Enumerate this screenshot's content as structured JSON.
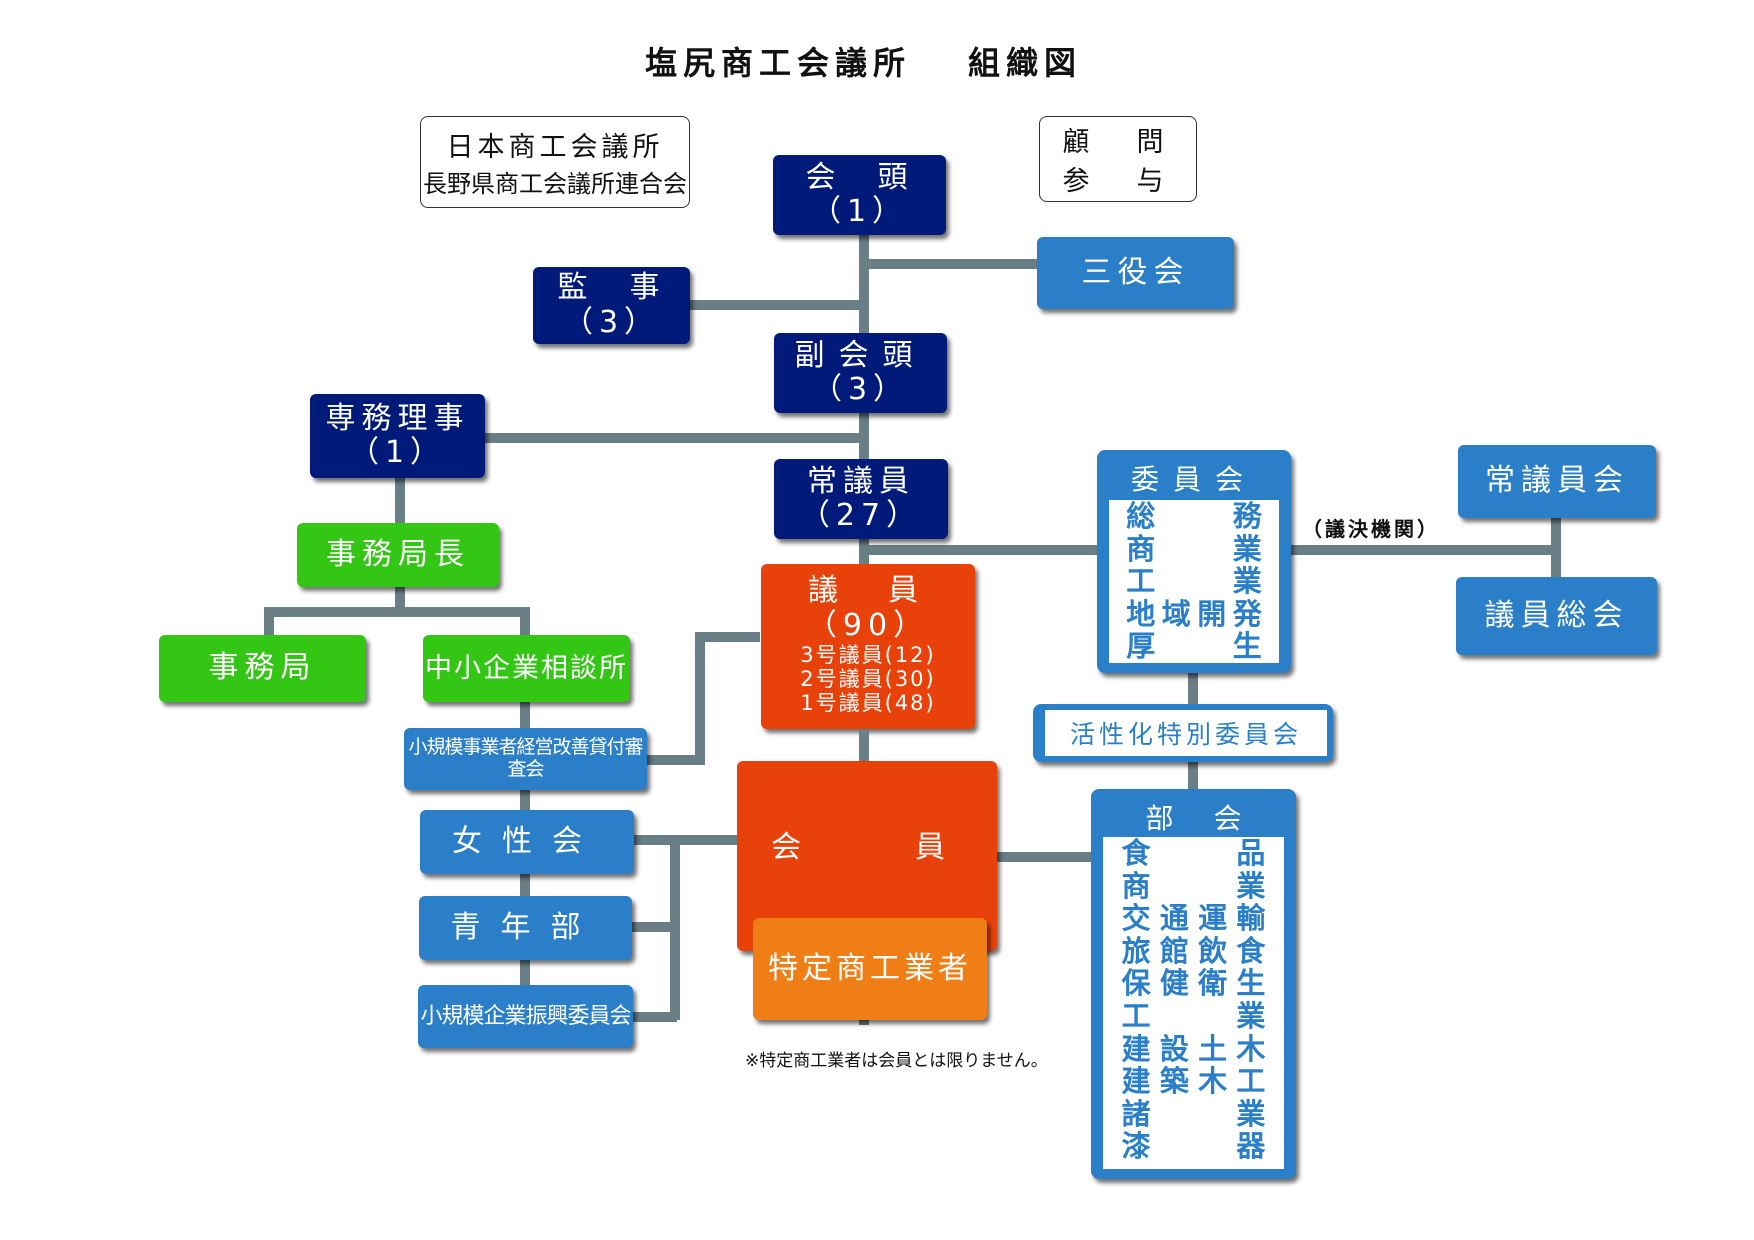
{
  "title": {
    "org": "塩尻商工会議所",
    "doc": "組織図"
  },
  "external": {
    "line1": "日本商工会議所",
    "line2": "長野県商工会議所連合会"
  },
  "advisors": {
    "line1": "顧　問",
    "line2": "参　与"
  },
  "officers": {
    "president": {
      "label": "会　頭",
      "count": "（1）"
    },
    "auditors": {
      "label": "監　事",
      "count": "（3）"
    },
    "vice_president": {
      "label": "副会頭",
      "count": "（3）"
    },
    "managing_director": {
      "label": "専務理事",
      "count": "（1）"
    },
    "standing_members": {
      "label": "常議員",
      "count": "（27）"
    },
    "three_officers_council": {
      "label": "三役会"
    }
  },
  "secretariat": {
    "director": "事務局長",
    "office": "事務局",
    "consultation": "中小企業相談所",
    "loan_committee": "小規模事業者経営改善貸付審査会"
  },
  "groups": {
    "womens": "女性会",
    "youth": "青年部",
    "promotion": "小規模企業振興委員会"
  },
  "members_council": {
    "label": "議　員",
    "count": "（90）",
    "rows": [
      "3号議員(12)",
      "2号議員(30)",
      "1号議員(48)"
    ]
  },
  "members": {
    "label": "会　　員",
    "specified": "特定商工業者",
    "footnote": "※特定商工業者は会員とは限りません。"
  },
  "committees": {
    "header": "委員会",
    "items": [
      [
        "総",
        "",
        "",
        "務"
      ],
      [
        "商",
        "",
        "",
        "業"
      ],
      [
        "工",
        "",
        "",
        "業"
      ],
      [
        "地",
        "域",
        "開",
        "発"
      ],
      [
        "厚",
        "",
        "",
        "生"
      ]
    ]
  },
  "decision_label": "（議決機関）",
  "decision_bodies": {
    "standing_council": "常議員会",
    "general_assembly": "議員総会"
  },
  "special_committee": "活性化特別委員会",
  "sections": {
    "header": "部会",
    "items": [
      [
        "食",
        "",
        "",
        "品"
      ],
      [
        "商",
        "",
        "",
        "業"
      ],
      [
        "交",
        "通",
        "運",
        "輸"
      ],
      [
        "旅",
        "館",
        "飲",
        "食"
      ],
      [
        "保",
        "健",
        "衛",
        "生"
      ],
      [
        "工",
        "",
        "",
        "業"
      ],
      [
        "建",
        "設",
        "土",
        "木"
      ],
      [
        "建",
        "築",
        "木",
        "工"
      ],
      [
        "諸",
        "",
        "",
        "業"
      ],
      [
        "漆",
        "",
        "",
        "器"
      ]
    ]
  },
  "colors": {
    "navy": "#001a7a",
    "blue": "#2a7fc8",
    "green": "#33c614",
    "red": "#e8420a",
    "orange": "#f07e16",
    "connector": "#6a7e86"
  }
}
